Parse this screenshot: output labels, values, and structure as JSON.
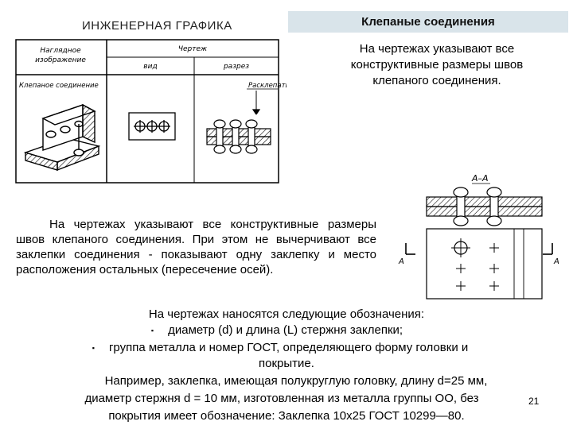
{
  "header": {
    "left_title": "ИНЖЕНЕРНАЯ ГРАФИКА",
    "right_title": "Клепаные соединения"
  },
  "intro_text": "На чертежах указывают все конструктивные размеры швов клепаного соединения.",
  "figure_table": {
    "col1_header_line1": "Наглядное",
    "col1_header_line2": "изображение",
    "col2_header": "Чертеж",
    "sub_vid": "вид",
    "sub_razrez": "разрез",
    "row_label": "Клепаное соединение",
    "callout": "Расклепать"
  },
  "section": {
    "label": "А–А",
    "marker_left": "А",
    "marker_right": "А"
  },
  "paragraph": "На чертежах указывают все конструктивные размеры швов клепаного соединения. При этом не вычерчивают все заклепки соединения - показывают одну заклепку и место расположения остальных (пересечение осей).",
  "notation_intro": "На чертежах наносятся следующие обозначения:",
  "bullets": [
    "диаметр (d) и длина (L) стержня заклепки;",
    "группа металла и номер ГОСТ, определяющего форму головки и"
  ],
  "bullet_cont": "покрытие.",
  "example_lines": [
    "Например, заклепка, имеющая полукруглую головку, длину d=25 мм,",
    "диаметр стержня d = 10 мм, изготовленная из металла группы ОО, без",
    "покрытия имеет обозначение: Заклепка 10х25 ГОСТ 10299—80."
  ],
  "page_number": "21",
  "bullet_glyph": "▪"
}
